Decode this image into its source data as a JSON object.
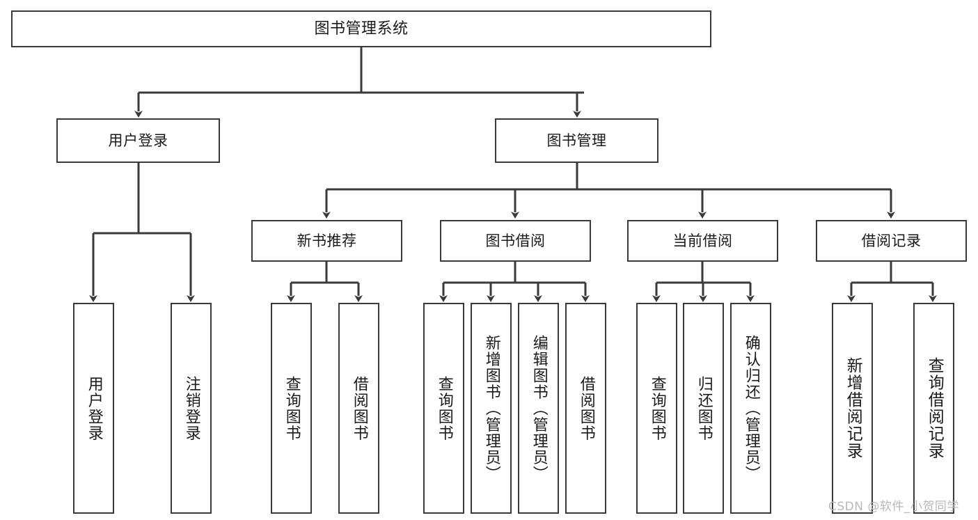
{
  "diagram": {
    "title": "图书管理系统",
    "type": "tree-hierarchy-chart",
    "root": {
      "label": "图书管理系统"
    },
    "level2": [
      {
        "label": "用户登录"
      },
      {
        "label": "图书管理"
      }
    ],
    "level3": [
      {
        "label": "新书推荐"
      },
      {
        "label": "图书借阅"
      },
      {
        "label": "当前借阅"
      },
      {
        "label": "借阅记录"
      }
    ],
    "leaves_user_login": [
      {
        "label": "用户登录"
      },
      {
        "label": "注销登录"
      }
    ],
    "leaves_new_book": [
      {
        "label": "查询图书"
      },
      {
        "label": "借阅图书"
      }
    ],
    "leaves_borrow": [
      {
        "label": "查询图书"
      },
      {
        "label": "新增图书（管理员）"
      },
      {
        "label": "编辑图书（管理员）"
      },
      {
        "label": "借阅图书"
      }
    ],
    "leaves_current": [
      {
        "label": "查询图书"
      },
      {
        "label": "归还图书"
      },
      {
        "label": "确认归还（管理员）"
      }
    ],
    "leaves_record": [
      {
        "label": "新增借阅记录"
      },
      {
        "label": "查询借阅记录"
      }
    ]
  },
  "watermark": {
    "text": "CSDN @软件_小贺同学"
  },
  "colors": {
    "border": "#3a3a3a",
    "background": "#ffffff",
    "text": "#1a1a1a",
    "watermark": "#b9b9b9"
  }
}
